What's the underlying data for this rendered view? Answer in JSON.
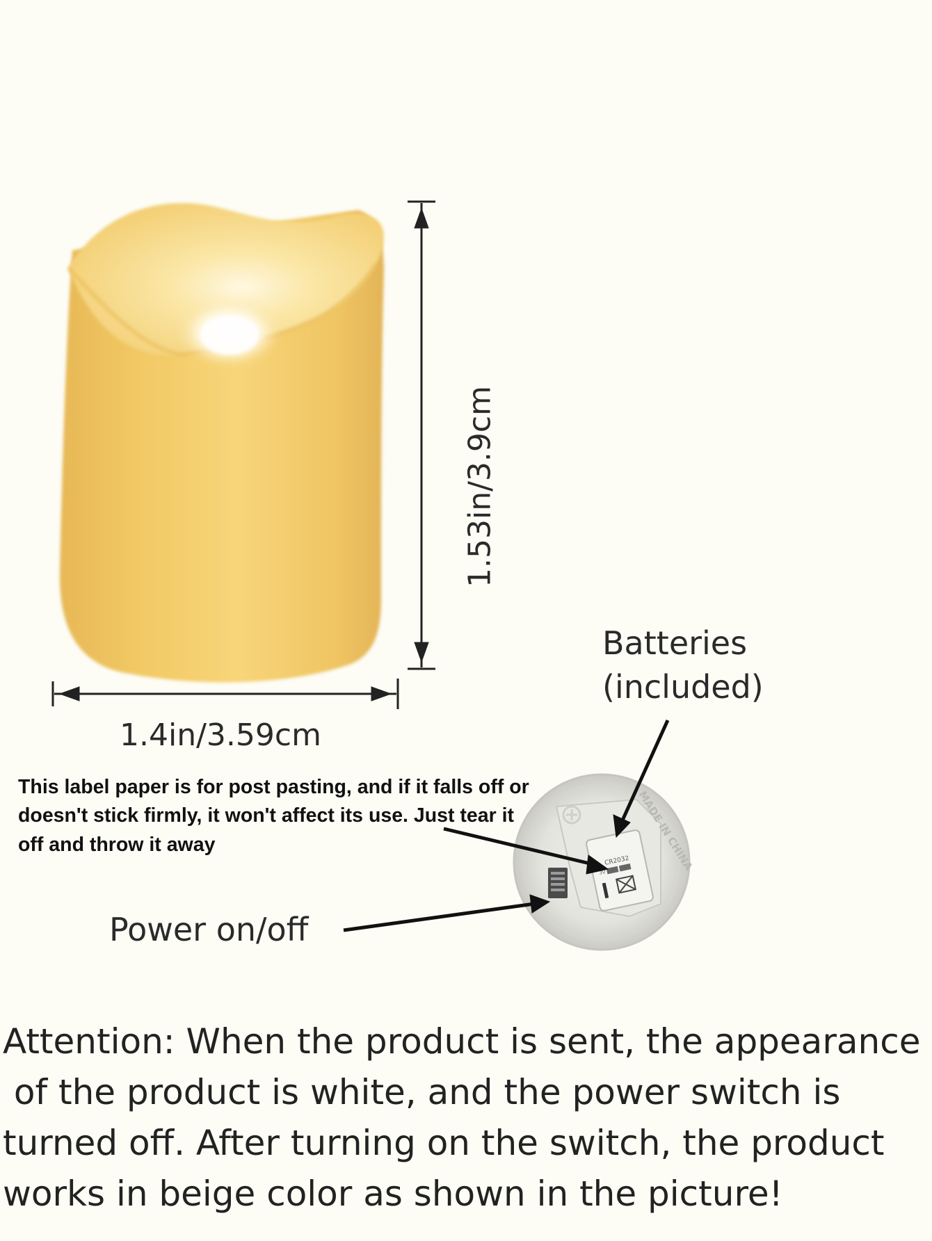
{
  "dimensions": {
    "height_label": "1.53in/3.9cm",
    "width_label": "1.4in/3.59cm"
  },
  "callouts": {
    "batteries": [
      "Batteries",
      "(included)"
    ],
    "power": "Power on/off",
    "battery_module_text": "MADE IN CHINA"
  },
  "label_note": [
    "This label paper is for post pasting, and if it falls off or",
    "doesn't stick firmly, it won't affect its use. Just tear it",
    "off and throw it away"
  ],
  "attention": [
    "Attention: When the product is sent, the appearance",
    " of the product is white, and the power switch is",
    "turned off. After turning on the switch, the product",
    "works in beige color as shown in the picture!"
  ],
  "icons": {
    "candle": "led-candle-icon",
    "battery_base": "battery-base-icon",
    "arrows": "pointer-arrow-icon"
  },
  "colors": {
    "background": "#fdfdf6",
    "candle_body": "#f0c65f",
    "candle_glow": "#fff4d2",
    "base_plastic": "#dcdcd6"
  }
}
